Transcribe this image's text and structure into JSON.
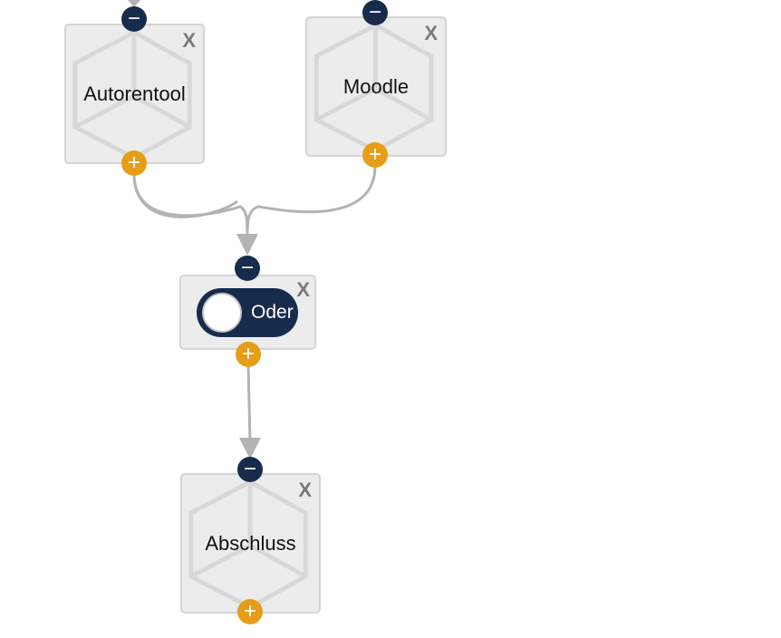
{
  "nodes": {
    "autorentool": {
      "label": "Autorentool",
      "close": "X"
    },
    "moodle": {
      "label": "Moodle",
      "close": "X"
    },
    "oder": {
      "label": "Oder",
      "close": "X"
    },
    "abschluss": {
      "label": "Abschluss",
      "close": "X"
    }
  },
  "ports": {
    "in_symbol": "−",
    "out_symbol": "+"
  },
  "colors": {
    "input_port": "#172b4d",
    "output_port": "#e69d17",
    "edge": "#b3b3b3"
  }
}
